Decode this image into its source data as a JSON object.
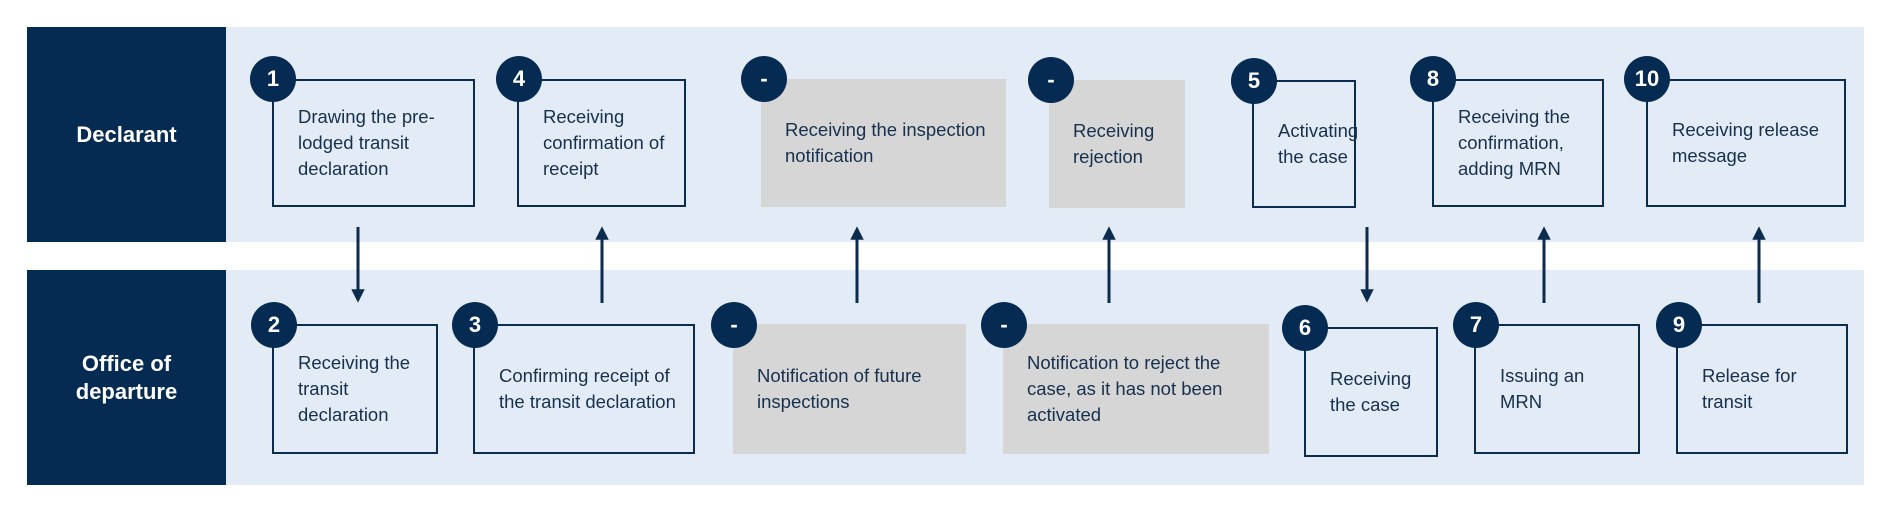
{
  "lanes": {
    "declarant": "Declarant",
    "office": "Office of departure"
  },
  "steps": {
    "s1": {
      "badge": "1",
      "text": "Drawing the pre-lodged transit declaration"
    },
    "s4": {
      "badge": "4",
      "text": "Receiving confirmation of receipt"
    },
    "ra": {
      "badge": "-",
      "text": "Receiving the inspection notification"
    },
    "rb": {
      "badge": "-",
      "text": "Receiving rejection"
    },
    "s5": {
      "badge": "5",
      "text": "Activating the case"
    },
    "s8": {
      "badge": "8",
      "text": "Receiving the confirmation, adding MRN"
    },
    "s10": {
      "badge": "10",
      "text": "Receiving release message"
    },
    "s2": {
      "badge": "2",
      "text": "Receiving the transit declaration"
    },
    "s3": {
      "badge": "3",
      "text": "Confirming receipt of the transit declaration"
    },
    "na": {
      "badge": "-",
      "text": "Notification of future inspections"
    },
    "nb": {
      "badge": "-",
      "text": "Notification to reject the case, as it has not been activated"
    },
    "s6": {
      "badge": "6",
      "text": "Receiving the case"
    },
    "s7": {
      "badge": "7",
      "text": "Issuing an MRN"
    },
    "s9": {
      "badge": "9",
      "text": "Release for transit"
    }
  },
  "colors": {
    "lane_background": "#e3ecf6",
    "label_background": "#062b52",
    "grey_box": "#d6d6d6",
    "border": "#0b2c4f"
  }
}
